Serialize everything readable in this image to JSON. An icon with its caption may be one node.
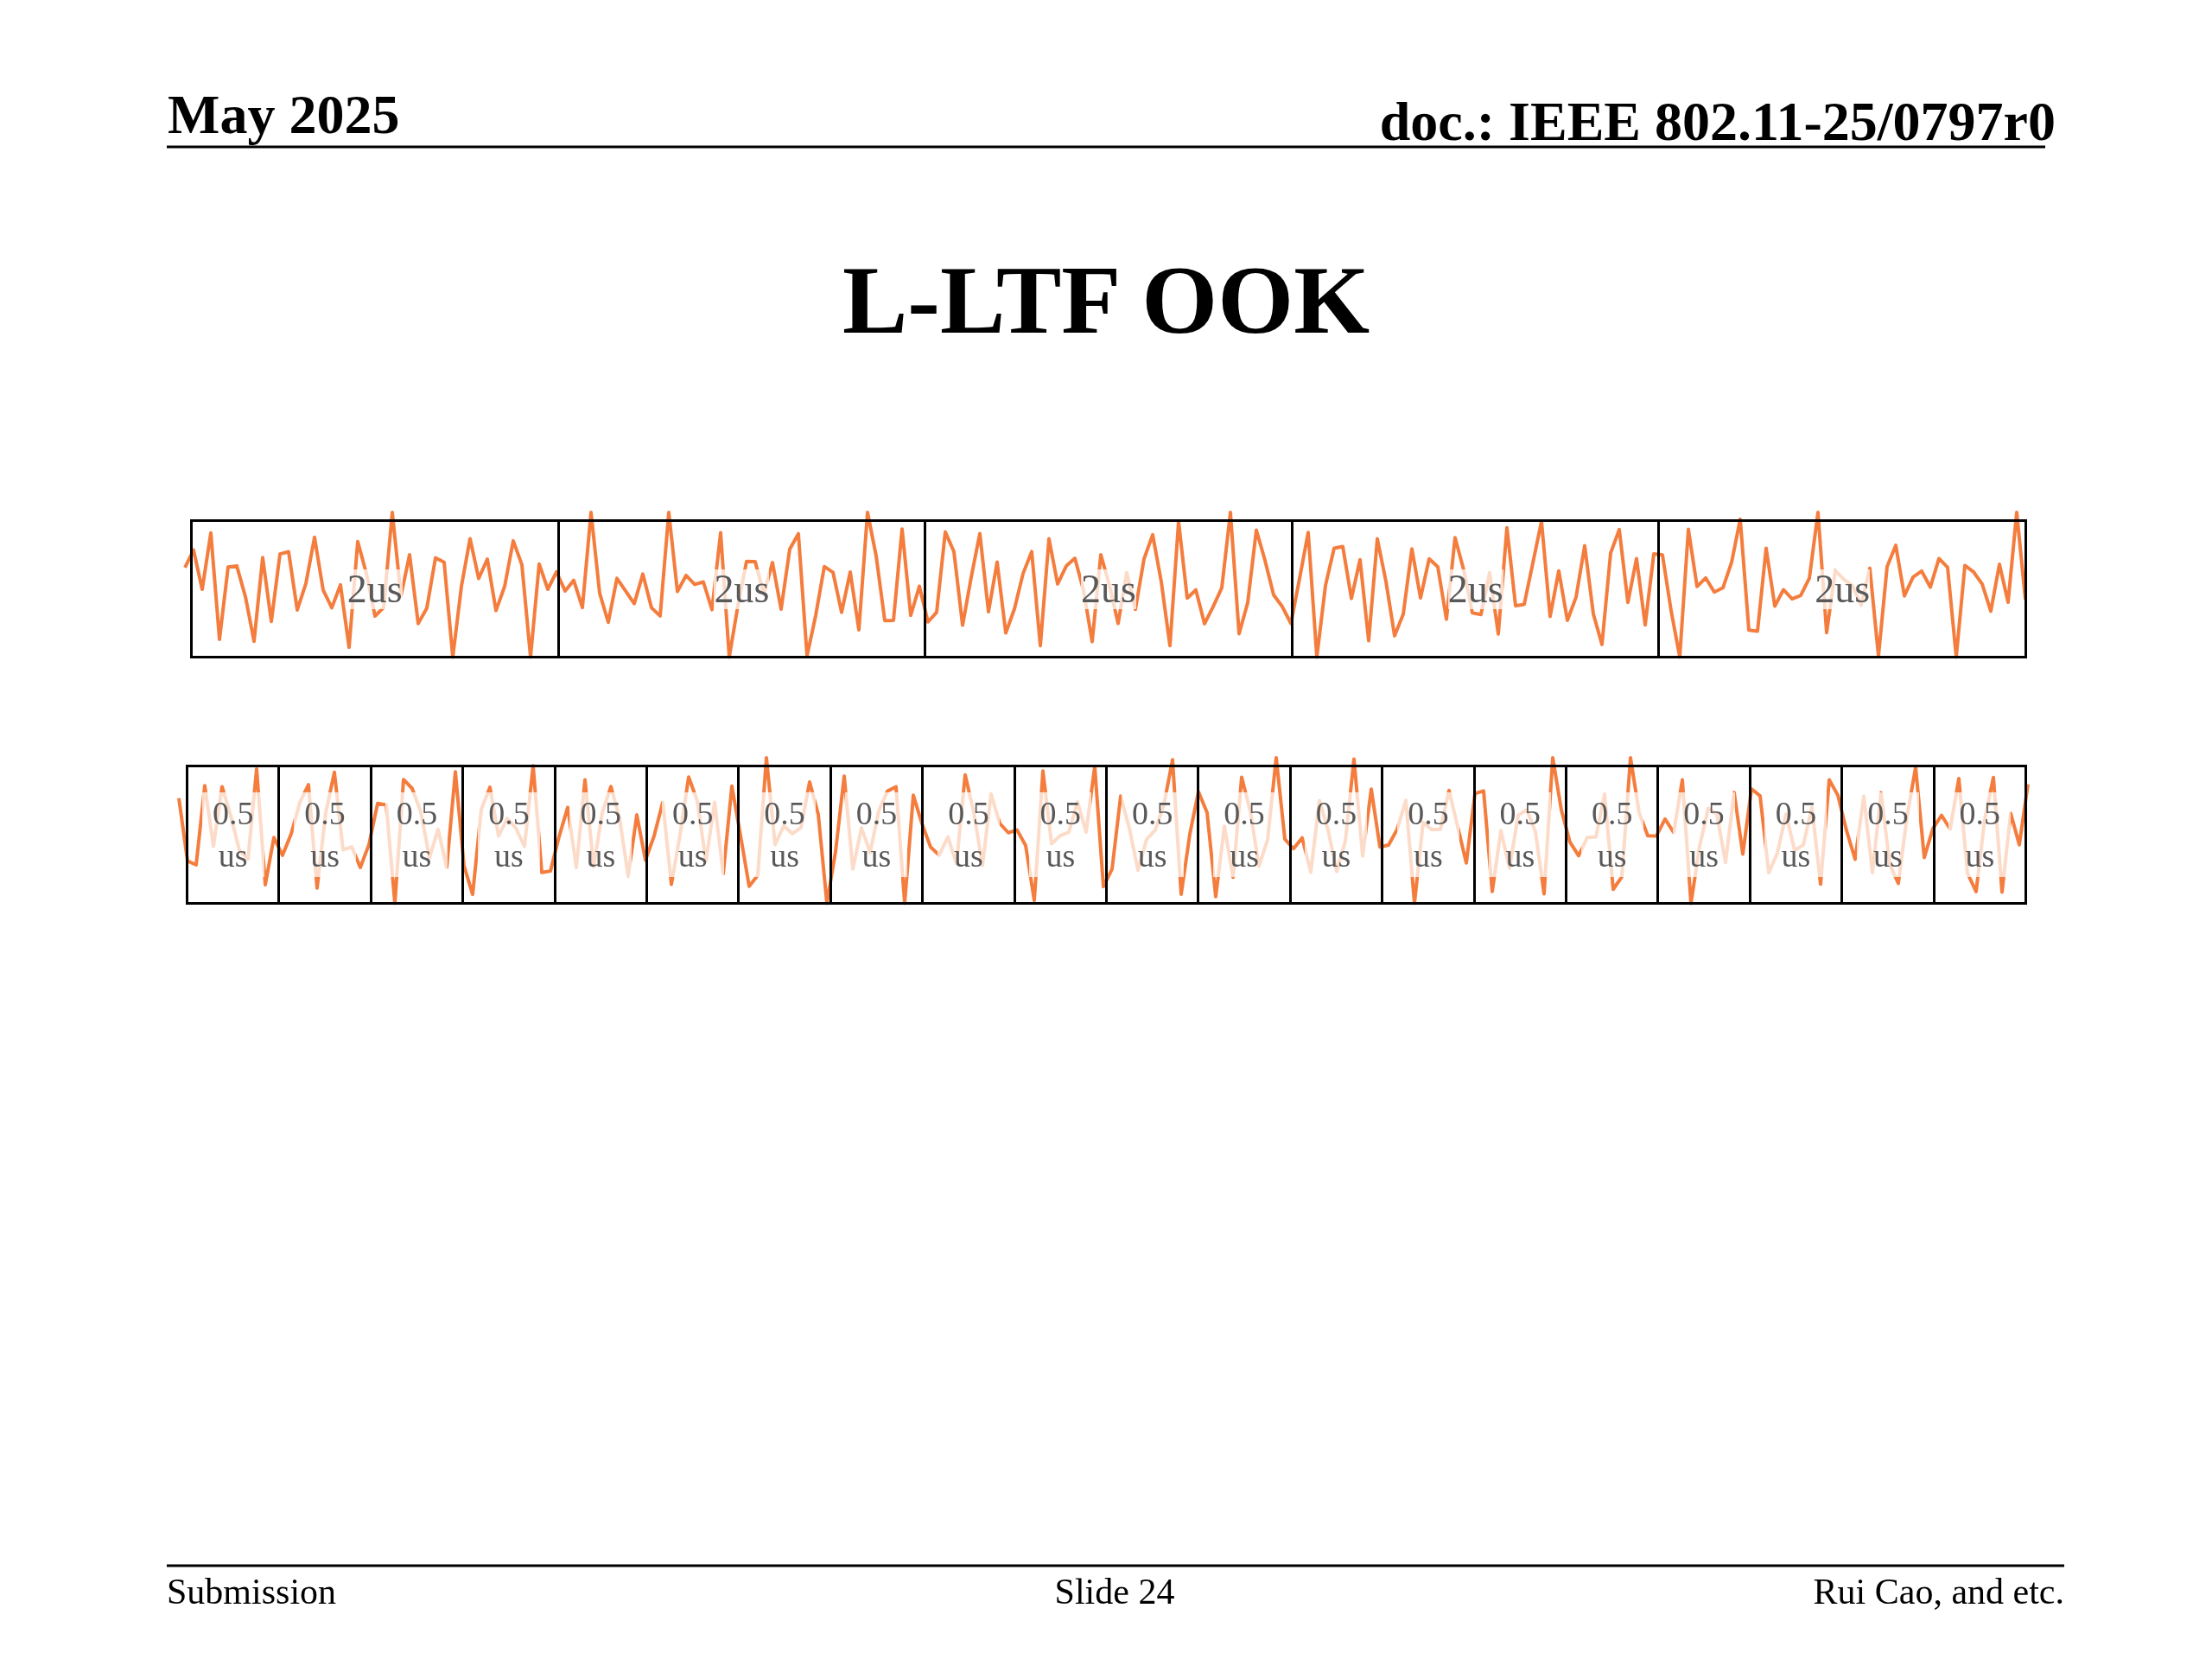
{
  "diagram": {
    "title": "L-LTF OOK",
    "nodes": [
      {
        "text": [
          "2us"
        ]
      },
      {
        "text": [
          "2us"
        ]
      },
      {
        "text": [
          "2us"
        ]
      },
      {
        "text": [
          "2us"
        ]
      },
      {
        "text": [
          "2us"
        ]
      },
      {
        "text": [
          "0.5 us"
        ]
      },
      {
        "text": [
          "0.5 us"
        ]
      },
      {
        "text": [
          "0.5 us"
        ]
      },
      {
        "text": [
          "0.5 us"
        ]
      },
      {
        "text": [
          "0.5 us"
        ]
      },
      {
        "text": [
          "0.5 us"
        ]
      },
      {
        "text": [
          "0.5 us"
        ]
      },
      {
        "text": [
          "0.5 us"
        ]
      },
      {
        "text": [
          "0.5 us"
        ]
      },
      {
        "text": [
          "0.5 us"
        ]
      },
      {
        "text": [
          "0.5 us"
        ]
      },
      {
        "text": [
          "0.5 us"
        ]
      },
      {
        "text": [
          "0.5 us"
        ]
      },
      {
        "text": [
          "0.5 us"
        ]
      },
      {
        "text": [
          "0.5 us"
        ]
      },
      {
        "text": [
          "0.5 us"
        ]
      },
      {
        "text": [
          "0.5 us"
        ]
      },
      {
        "text": [
          "0.5 us"
        ]
      },
      {
        "text": [
          "0.5 us"
        ]
      },
      {
        "text": [
          "0.5 us"
        ]
      }
    ],
    "labels": [
      "May 2025",
      "doc.: IEEE 802.11-25/0797r0",
      "Submission",
      "Slide 24",
      "Rui Cao, and etc."
    ]
  }
}
